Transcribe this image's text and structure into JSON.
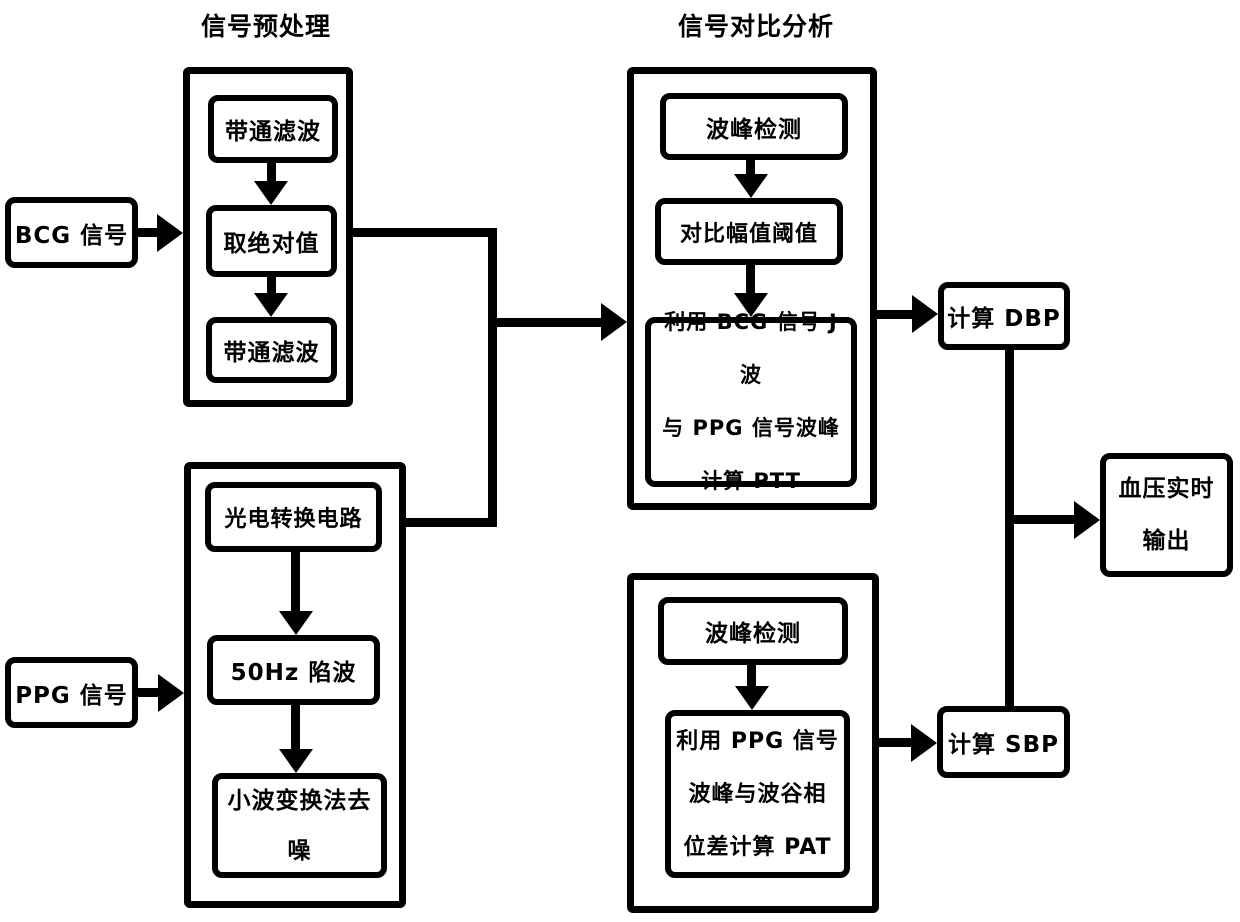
{
  "page": {
    "background": "#ffffff",
    "ink": "#000000"
  },
  "titles": {
    "preprocessing": "信号预处理",
    "comparison": "信号对比分析"
  },
  "nodes": {
    "bcg_input": {
      "label": "BCG 信号"
    },
    "bandpass_1": {
      "label": "带通滤波"
    },
    "absolute_value": {
      "label": "取绝对值"
    },
    "bandpass_2": {
      "label": "带通滤波"
    },
    "ppg_input": {
      "label": "PPG 信号"
    },
    "photoelectric": {
      "label": "光电转换电路"
    },
    "notch_50hz": {
      "label": "50Hz 陷波"
    },
    "wavelet_denoise": {
      "lines": [
        "小波变换法去",
        "噪"
      ]
    },
    "peak_detect_top": {
      "label": "波峰检测"
    },
    "amplitude_threshold": {
      "label": "对比幅值阈值"
    },
    "ptt_calc": {
      "lines": [
        "利用 BCG 信号 J 波",
        "与 PPG 信号波峰",
        "计算 PTT"
      ]
    },
    "peak_detect_bottom": {
      "label": "波峰检测"
    },
    "pat_calc": {
      "lines": [
        "利用 PPG 信号",
        "波峰与波谷相",
        "位差计算 PAT"
      ]
    },
    "calc_dbp": {
      "label": "计算 DBP"
    },
    "calc_sbp": {
      "label": "计算 SBP"
    },
    "bp_output": {
      "lines": [
        "血压实时",
        "输出"
      ]
    }
  }
}
